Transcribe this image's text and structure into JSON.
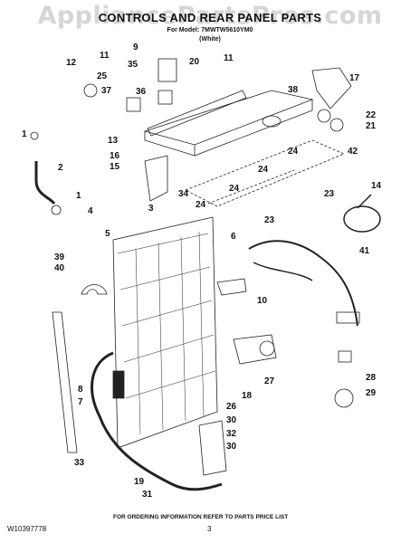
{
  "watermark": "AppliancePartsPros.com",
  "title": "CONTROLS AND REAR PANEL PARTS",
  "model_line": "For Model: 7MWTW5610YM0",
  "color_line": "(White)",
  "footer": {
    "doc_number": "W10397778",
    "page": "3",
    "note": "FOR ORDERING INFORMATION REFER TO PARTS PRICE LIST"
  },
  "callouts": [
    "1",
    "2",
    "3",
    "4",
    "5",
    "6",
    "7",
    "8",
    "9",
    "10",
    "11",
    "12",
    "13",
    "14",
    "15",
    "16",
    "17",
    "18",
    "19",
    "20",
    "21",
    "22",
    "23",
    "24",
    "25",
    "26",
    "27",
    "28",
    "29",
    "30",
    "31",
    "32",
    "33",
    "34",
    "35",
    "36",
    "37",
    "38",
    "39",
    "40",
    "41",
    "42"
  ]
}
